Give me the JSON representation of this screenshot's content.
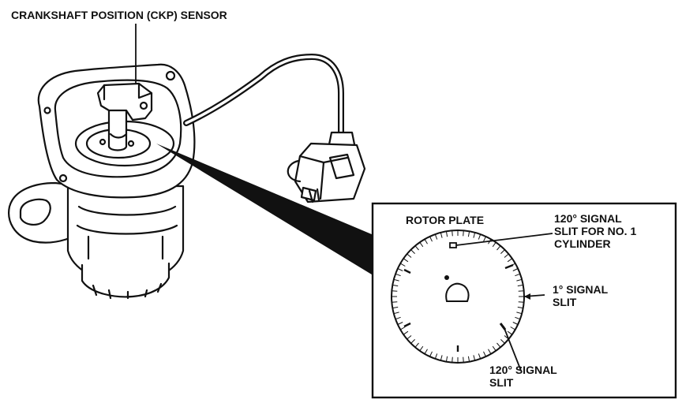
{
  "labels": {
    "sensor": "CRANKSHAFT POSITION (CKP) SENSOR",
    "rotor_plate": "ROTOR PLATE",
    "slit_no1": [
      "120° SIGNAL",
      "SLIT FOR NO. 1",
      "CYLINDER"
    ],
    "slit_1deg": [
      "1° SIGNAL",
      "SLIT"
    ],
    "slit_120": [
      "120° SIGNAL",
      "SLIT"
    ]
  },
  "colors": {
    "ink": "#111111",
    "paper": "#ffffff"
  }
}
